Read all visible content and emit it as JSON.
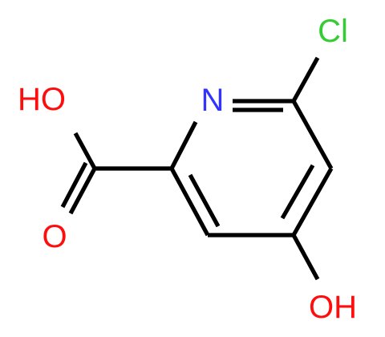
{
  "molecule": {
    "atoms": [
      {
        "label": "Cl",
        "color": "#33cc33"
      },
      {
        "label": "N",
        "color": "#3333ff"
      },
      {
        "label": "HO",
        "color": "#ff0d0d"
      },
      {
        "label": "O",
        "color": "#ff0d0d"
      },
      {
        "label": "OH",
        "color": "#ff0d0d"
      }
    ],
    "bond_color": "#000000"
  }
}
